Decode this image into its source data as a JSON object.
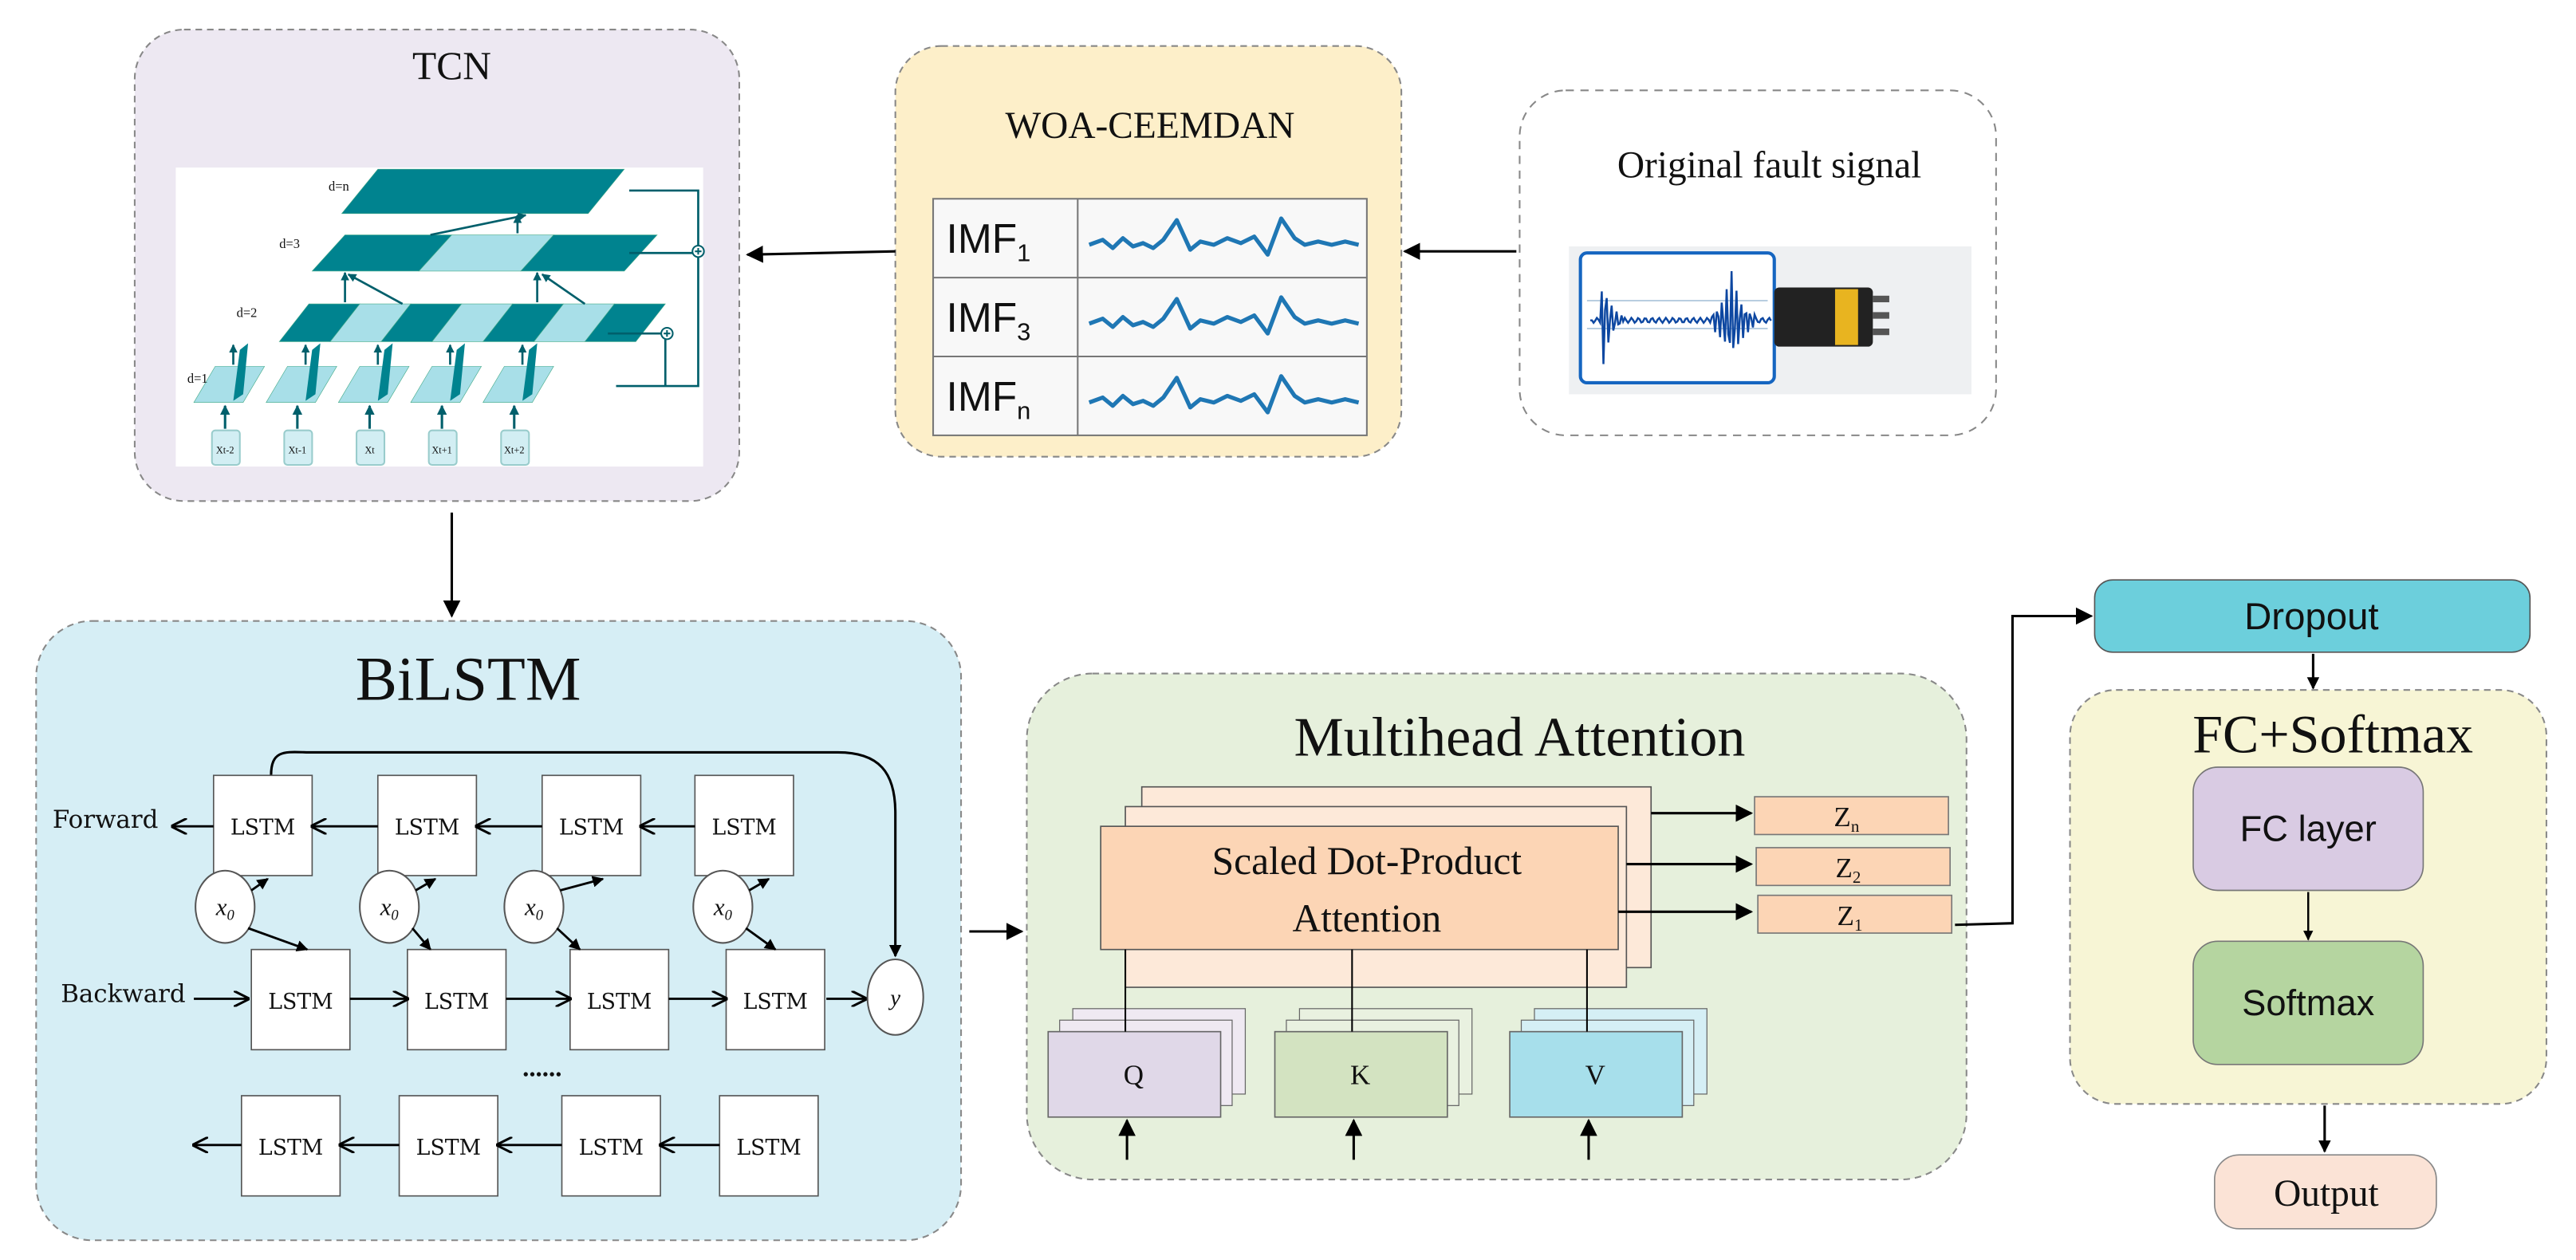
{
  "tcn": {
    "title": "TCN",
    "layers": [
      "d=n",
      "d=3",
      "d=2",
      "d=1"
    ],
    "inputs": [
      "Xt-2",
      "Xt-1",
      "Xt",
      "Xt+1",
      "Xt+2"
    ],
    "colors": {
      "dark": "#00838f",
      "light": "#a8dfe8",
      "panel": "#ede8f2"
    }
  },
  "woa": {
    "title": "WOA-CEEMDAN",
    "imfs": [
      {
        "base": "IMF",
        "sub": "1"
      },
      {
        "base": "IMF",
        "sub": "3"
      },
      {
        "base": "IMF",
        "sub": "n"
      }
    ],
    "colors": {
      "panel": "#fdefc9",
      "wave": "#1f77b4"
    }
  },
  "signal": {
    "title": "Original fault signal"
  },
  "bilstm": {
    "title": "BiLSTM",
    "forward_label": "Forward",
    "backward_label": "Backward",
    "cell_label": "LSTM",
    "input_label": "x",
    "input_sub": "0",
    "output_label": "y",
    "ellipsis": "......",
    "colors": {
      "panel": "#d6eef5"
    }
  },
  "attention": {
    "title": "Multihead Attention",
    "core_line1": "Scaled Dot-Product",
    "core_line2": "Attention",
    "inputs": [
      "Q",
      "K",
      "V"
    ],
    "outputs": [
      {
        "base": "Z",
        "sub": "n"
      },
      {
        "base": "Z",
        "sub": "2"
      },
      {
        "base": "Z",
        "sub": "1"
      }
    ],
    "colors": {
      "panel": "#e6f0dc",
      "core": "#fcd5b5",
      "q": "#e0d8e8",
      "k": "#d3e3c1",
      "v": "#a7dfeb"
    }
  },
  "head": {
    "dropout": "Dropout",
    "fc_title": "FC+Softmax",
    "fc_layer": "FC layer",
    "softmax": "Softmax",
    "output": "Output",
    "colors": {
      "dropout": "#6ccfdc",
      "fc": "#d9cbe3",
      "softmax": "#b5d5a0",
      "output": "#fbe3d6",
      "panel": "#f7f5d5"
    }
  }
}
